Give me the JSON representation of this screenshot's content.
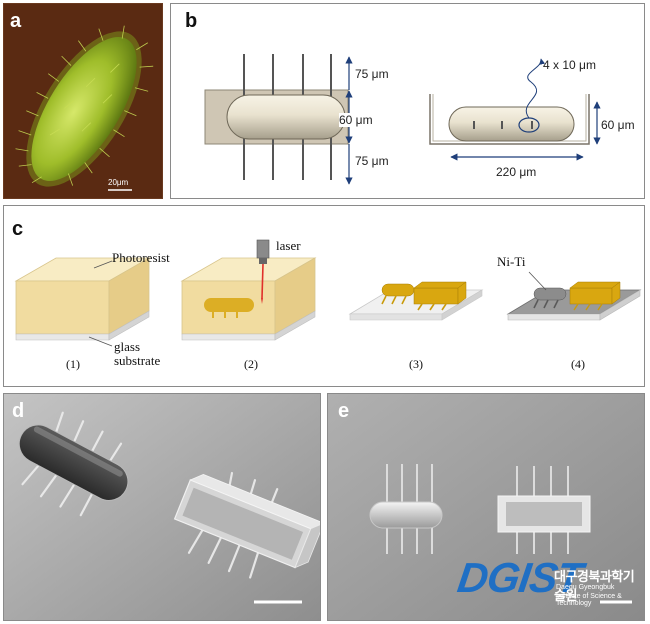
{
  "panel_a": {
    "label": "a",
    "scale_bar": "20μm",
    "colors": {
      "background": "#5a2a12",
      "cell": "#9fbd2a"
    }
  },
  "panel_b": {
    "label": "b",
    "dim_top": "75 μm",
    "dim_middle": "60 μm",
    "dim_bottom": "75 μm",
    "hole_label": "4 x 10 μm",
    "dim_height": "60 μm",
    "dim_length": "220 μm",
    "colors": {
      "arrow": "#1f3f7a"
    }
  },
  "panel_c": {
    "label": "c",
    "photoresist": "Photoresist",
    "glass": "glass",
    "substrate": "substrate",
    "laser": "laser",
    "niti": "Ni-Ti",
    "steps": [
      "(1)",
      "(2)",
      "(3)",
      "(4)"
    ],
    "colors": {
      "resist": "#f3dfa4",
      "gold": "#d9a710",
      "laser": "#e0302a"
    }
  },
  "panel_d": {
    "label": "d"
  },
  "panel_e": {
    "label": "e",
    "logo_text": "DGIST",
    "logo_korean": "대구경북과학기술원",
    "logo_sub1": "Daegu Gyeongbuk",
    "logo_sub2": "Institute of Science & Technology"
  }
}
